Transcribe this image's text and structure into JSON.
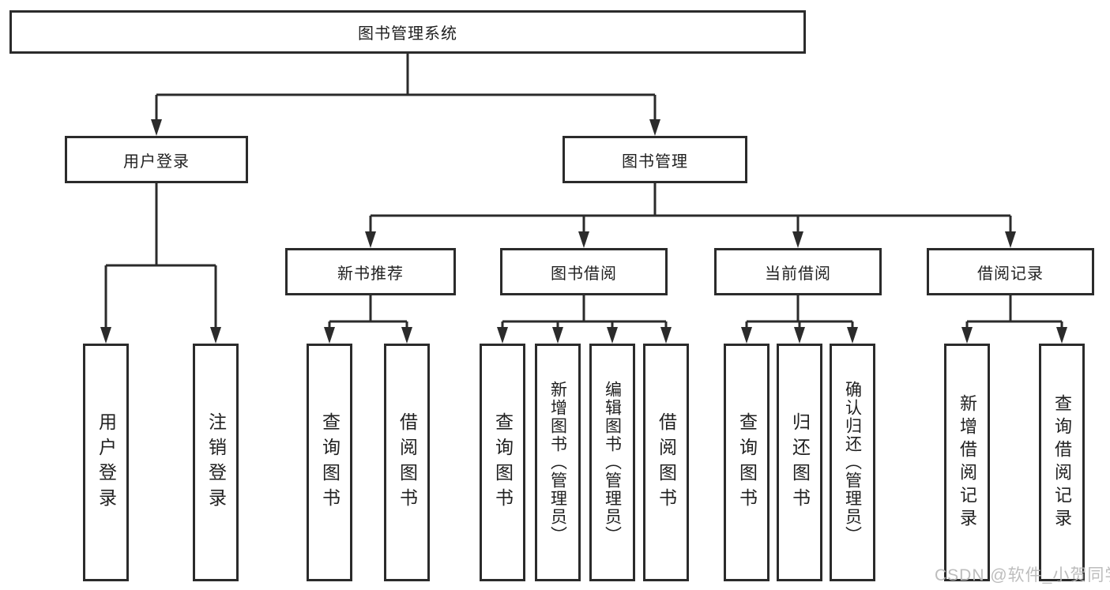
{
  "tree": {
    "root": "图书管理系统",
    "branches": [
      {
        "label": "用户登录",
        "children": [
          "用户登录",
          "注销登录"
        ]
      },
      {
        "label": "图书管理",
        "groups": [
          {
            "label": "新书推荐",
            "children": [
              "查询图书",
              "借阅图书"
            ]
          },
          {
            "label": "图书借阅",
            "children": [
              "查询图书",
              "新增图书（管理员）",
              "编辑图书（管理员）",
              "借阅图书"
            ]
          },
          {
            "label": "当前借阅",
            "children": [
              "查询图书",
              "归还图书",
              "确认归还（管理员）"
            ]
          },
          {
            "label": "借阅记录",
            "children": [
              "新增借阅记录",
              "查询借阅记录"
            ]
          }
        ]
      }
    ]
  },
  "watermark": {
    "text": "CSDN @软件_小贺同学"
  },
  "colors": {
    "box_border": "#2b2b2b",
    "connector": "#2b2b2b",
    "text": "#212121",
    "background": "#ffffff",
    "watermark": "#b9b9b9"
  }
}
